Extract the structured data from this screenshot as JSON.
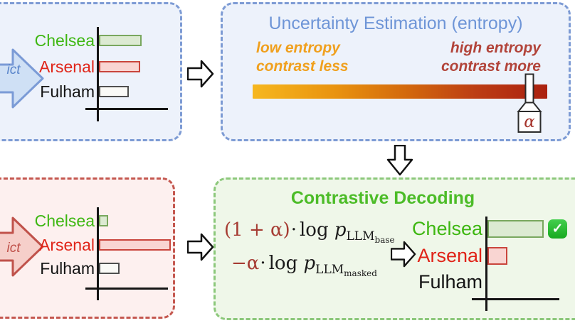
{
  "panels": {
    "base": {
      "arrow_label": "ict",
      "chart": {
        "rows": [
          {
            "team": "chelsea",
            "label": "Chelsea",
            "width": 60
          },
          {
            "team": "arsenal",
            "label": "Arsenal",
            "width": 58
          },
          {
            "team": "fulham",
            "label": "Fulham",
            "width": 42
          }
        ]
      }
    },
    "uncertainty": {
      "title": "Uncertainty Estimation (entropy)",
      "low": {
        "line1": "low entropy",
        "line2": "contrast less"
      },
      "high": {
        "line1": "high entropy",
        "line2": "contrast more"
      },
      "alpha": "α"
    },
    "masked": {
      "arrow_label": "ict",
      "chart": {
        "rows": [
          {
            "team": "chelsea",
            "label": "Chelsea",
            "width": 13
          },
          {
            "team": "arsenal",
            "label": "Arsenal",
            "width": 101
          },
          {
            "team": "fulham",
            "label": "Fulham",
            "width": 29
          }
        ]
      }
    },
    "decoding": {
      "title": "Contrastive Decoding",
      "formula": {
        "line1": {
          "coef": "(1 + α)",
          "dot": "·",
          "op": "log",
          "var": "p",
          "sub": "LLM",
          "subsub": "base"
        },
        "line2": {
          "coef": "−α",
          "dot": "·",
          "op": "log",
          "var": "p",
          "sub": "LLM",
          "subsub": "masked"
        }
      },
      "checkmark": "✓",
      "chart": {
        "rows": [
          {
            "team": "chelsea",
            "label": "Chelsea",
            "width": 79,
            "winner": true
          },
          {
            "team": "arsenal",
            "label": "Arsenal",
            "width": 28
          },
          {
            "team": "fulham",
            "label": "Fulham",
            "width": 0
          }
        ]
      }
    }
  },
  "colors": {
    "chelsea": {
      "text": "#3eb712",
      "fill": "#dcead2",
      "stroke": "#79a75e"
    },
    "arsenal": {
      "text": "#e02418",
      "fill": "#f9d5d2",
      "stroke": "#c9453c"
    },
    "fulham": {
      "text": "#141414",
      "fill": "#fafaf7",
      "stroke": "#4f4f4f"
    },
    "panel_blue_border": "#7d9bd4",
    "panel_blue_bg": "#edf2fb",
    "panel_red_border": "#c4574f",
    "panel_red_bg": "#fdf0ef",
    "panel_green_border": "#8cc87b",
    "panel_green_bg": "#eff7e9",
    "uncertainty_title": "#6e95d7",
    "low_entropy_text": "#f0a01e",
    "high_entropy_text": "#b2443a",
    "decoding_title": "#4cbc28",
    "formula_red": "#a63c33",
    "gradient_start": "#f6b71f",
    "gradient_end": "#ab2110",
    "check_green": "#17a91f"
  },
  "chart_data": [
    {
      "type": "bar",
      "panel": "top-left base LLM prediction",
      "orientation": "horizontal",
      "categories": [
        "Chelsea",
        "Arsenal",
        "Fulham"
      ],
      "values": [
        60,
        58,
        42
      ],
      "title": "",
      "xlabel": "",
      "ylabel": "",
      "note": "relative bar lengths, no axis ticks shown"
    },
    {
      "type": "bar",
      "panel": "bottom-left masked LLM prediction",
      "orientation": "horizontal",
      "categories": [
        "Chelsea",
        "Arsenal",
        "Fulham"
      ],
      "values": [
        13,
        101,
        29
      ],
      "title": "",
      "xlabel": "",
      "ylabel": "",
      "note": "relative bar lengths, no axis ticks shown"
    },
    {
      "type": "bar",
      "panel": "bottom-right contrastive decoding output",
      "orientation": "horizontal",
      "categories": [
        "Chelsea",
        "Arsenal",
        "Fulham"
      ],
      "values": [
        79,
        28,
        0
      ],
      "title": "",
      "xlabel": "",
      "ylabel": "",
      "note": "Chelsea marked with green checkmark"
    }
  ]
}
